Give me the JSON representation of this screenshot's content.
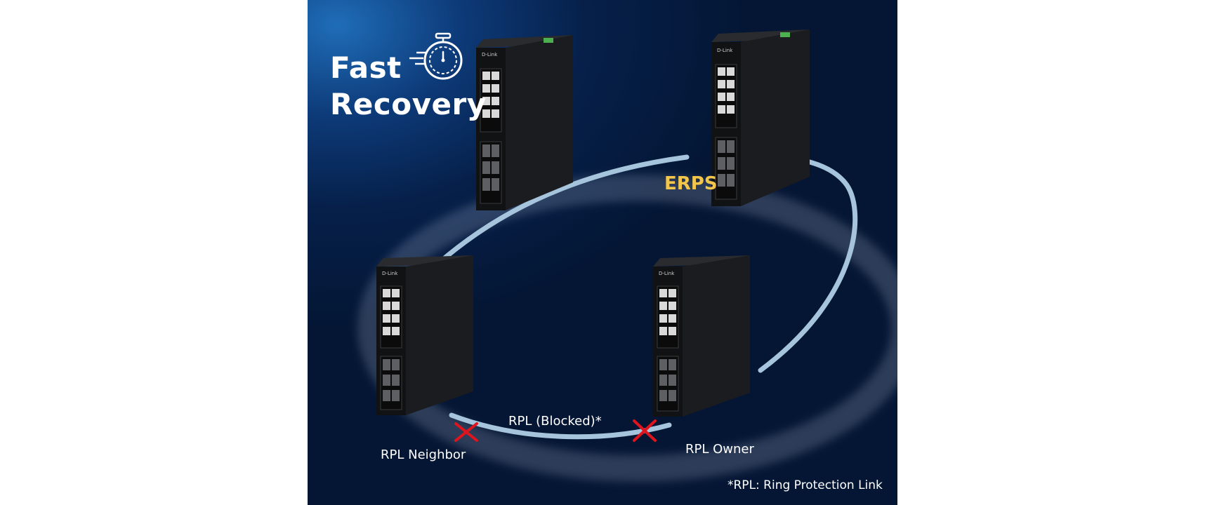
{
  "title": {
    "line1": "Fast",
    "line2": "Recovery"
  },
  "ring": {
    "label": "ERPS"
  },
  "rpl": {
    "link_label": "RPL (Blocked)*",
    "neighbor_label": "RPL Neighbor",
    "owner_label": "RPL Owner"
  },
  "footnote": "*RPL: Ring Protection Link",
  "switch_brand": "D-Link",
  "icons": {
    "stopwatch": "stopwatch-icon",
    "block": "x-mark-icon"
  },
  "colors": {
    "erps_label": "#f3c64b",
    "ring": "#9fc3dc",
    "block_mark": "#e0141c",
    "background": "#062a5c"
  }
}
